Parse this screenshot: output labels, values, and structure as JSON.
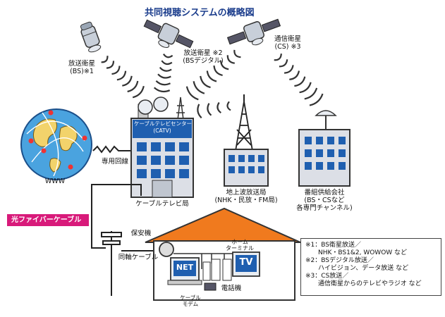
{
  "title": "共同視聴システムの概略図",
  "satellites": {
    "bs": {
      "line1": "放送衛星",
      "line2": "(BS)※1"
    },
    "bs_digital": {
      "line1": "放送衛星 ※2",
      "line2": "(BSデジタル)"
    },
    "cs": {
      "line1": "通信衛星",
      "line2": "(CS) ※3"
    }
  },
  "catv": {
    "sign_line1": "ケーブルテレビセンター",
    "sign_line2": "(CATV)",
    "label": "ケーブルテレビ局"
  },
  "earth": {
    "label": "WWW",
    "line_label": "専用回線"
  },
  "terrestrial": {
    "line1": "地上波放送局",
    "line2": "(NHK・民放・FM局)"
  },
  "provider": {
    "line1": "番組供給会社",
    "line2": "(BS・CSなど",
    "line3": "各専門チャンネル)"
  },
  "fiber_cable": "光ファイバーケーブル",
  "house": {
    "protector": "保安機",
    "coax": "同軸ケーブル",
    "home_terminal_line1": "ホーム",
    "home_terminal_line2": "ターミナル",
    "tv": "TV",
    "net": "NET",
    "cable_modem_line1": "ケーブル",
    "cable_modem_line2": "モデム",
    "phone": "電話機"
  },
  "notes": [
    "※1：BS衛星放送／",
    "　　NHK・BS1&2, WOWOW など",
    "※2：BSデジタル放送／",
    "　　ハイビジョン、データ放送 など",
    "※3：CS放送／",
    "　　通信衛星からのテレビやラジオ など"
  ],
  "colors": {
    "title": "#1a3c8c",
    "fiber_badge": "#d81a7a",
    "roof": "#f07a1e",
    "wave": "#333333",
    "building": "#dcdfe6",
    "window": "#1f5fb0"
  }
}
